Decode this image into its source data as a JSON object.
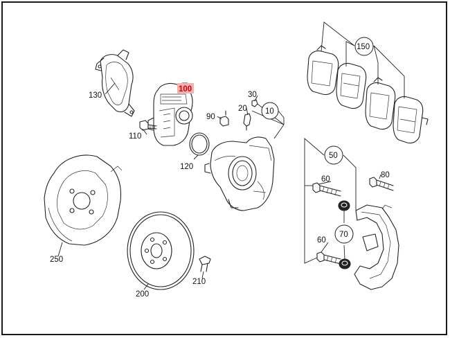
{
  "diagram": {
    "callouts": {
      "c10": "10",
      "c20": "20",
      "c30": "30",
      "c50": "50",
      "c60a": "60",
      "c60b": "60",
      "c70": "70",
      "c80": "80",
      "c90": "90",
      "c100": "100",
      "c110": "110",
      "c120": "120",
      "c130": "130",
      "c150": "150",
      "c200": "200",
      "c210": "210",
      "c250": "250"
    },
    "highlight_color": "#d10000",
    "highlighted_part": "100"
  }
}
